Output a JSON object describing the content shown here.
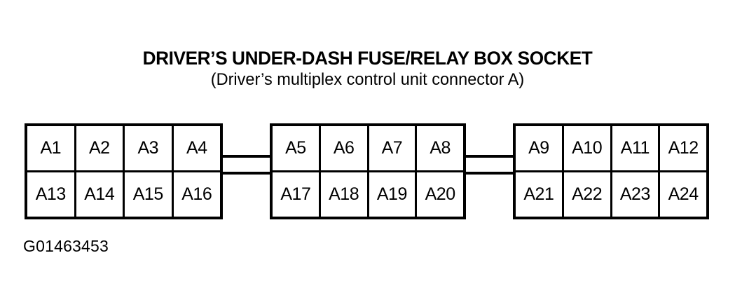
{
  "figure": {
    "title": "DRIVER’S UNDER-DASH FUSE/RELAY BOX SOCKET",
    "subtitle": "(Driver’s multiplex control unit connector A)",
    "caption": "G01463453",
    "background_color": "#ffffff",
    "line_color": "#000000"
  },
  "connectors": [
    {
      "name": "connector-block-1",
      "rows": [
        {
          "name": "top-row",
          "cells": [
            "A1",
            "A2",
            "A3",
            "A4"
          ]
        },
        {
          "name": "bottom-row",
          "cells": [
            "A13",
            "A14",
            "A15",
            "A16"
          ]
        }
      ]
    },
    {
      "name": "connector-block-2",
      "rows": [
        {
          "name": "top-row",
          "cells": [
            "A5",
            "A6",
            "A7",
            "A8"
          ]
        },
        {
          "name": "bottom-row",
          "cells": [
            "A17",
            "A18",
            "A19",
            "A20"
          ]
        }
      ]
    },
    {
      "name": "connector-block-3",
      "rows": [
        {
          "name": "top-row",
          "cells": [
            "A9",
            "A10",
            "A11",
            "A12"
          ]
        },
        {
          "name": "bottom-row",
          "cells": [
            "A21",
            "A22",
            "A23",
            "A24"
          ]
        }
      ]
    }
  ],
  "cables": [
    {
      "name": "cable-left",
      "from": "connector-block-1",
      "to": "connector-block-2"
    },
    {
      "name": "cable-right",
      "from": "connector-block-2",
      "to": "connector-block-3"
    }
  ]
}
